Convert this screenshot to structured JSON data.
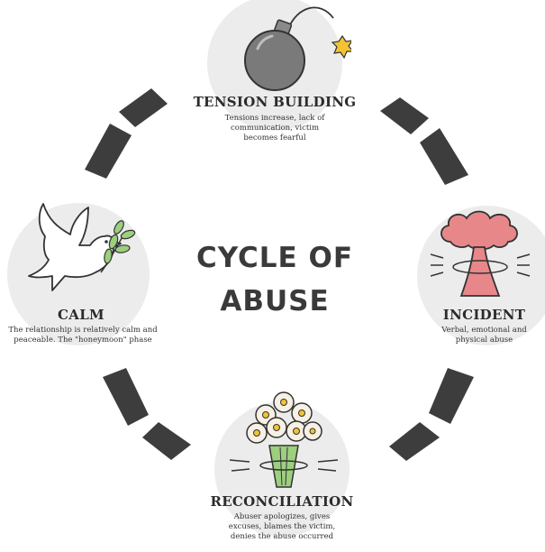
{
  "center": {
    "line1": "CYCLE OF",
    "line2": "ABUSE"
  },
  "stages": {
    "tension": {
      "title": "TENSION BUILDING",
      "desc": [
        "Tensions increase, lack of",
        "communication, victim",
        "becomes fearful"
      ],
      "icon": "bomb-icon"
    },
    "incident": {
      "title": "INCIDENT",
      "desc": [
        "Verbal, emotional and",
        "physical abuse"
      ],
      "icon": "explosion-icon"
    },
    "reconciliation": {
      "title": "RECONCILIATION",
      "desc": [
        "Abuser apologizes, gives",
        "excuses, blames the victim,",
        "denies the abuse occurred"
      ],
      "icon": "flower-bouquet-icon"
    },
    "calm": {
      "title": "CALM",
      "desc": [
        "The relationship is relatively calm and",
        "peaceable. The \"honeymoon\" phase"
      ],
      "icon": "dove-icon"
    }
  },
  "colors": {
    "circle": "#ececec",
    "arrow": "#3d3d3d",
    "explosion": "#e8878a",
    "bomb": "#7a7a7a",
    "flowers": "#f6f1e4"
  }
}
